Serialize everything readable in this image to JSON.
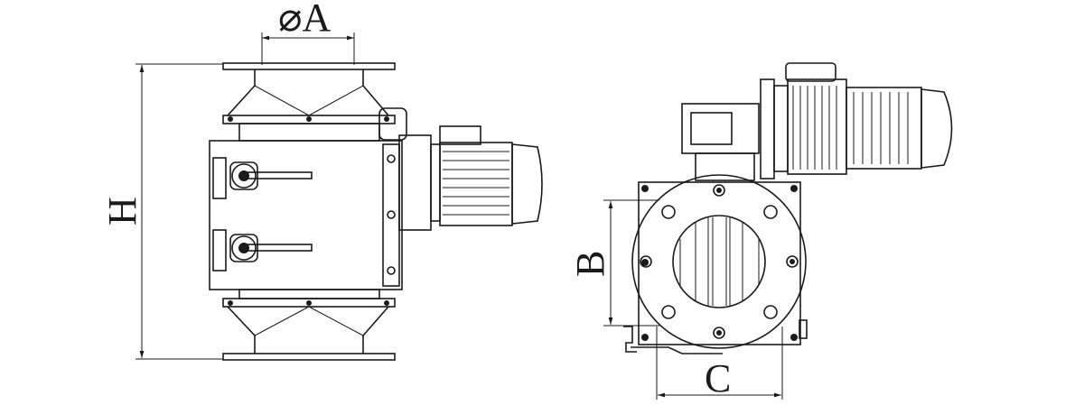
{
  "drawing": {
    "labels": {
      "diameter_a": "⌀A",
      "height": "H",
      "b": "B",
      "c": "C"
    },
    "line_color": "#1a1a1a"
  }
}
